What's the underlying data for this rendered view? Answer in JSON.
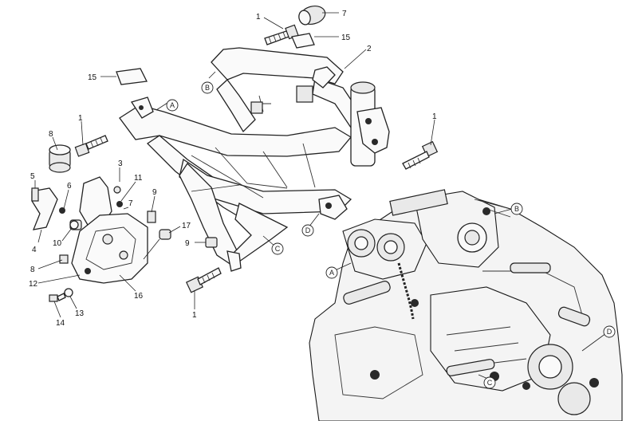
{
  "part_numbers": {
    "p1_top": "1",
    "p7": "7",
    "p15_top": "15",
    "p2": "2",
    "p15_left": "15",
    "p8": "8",
    "p1_left": "1",
    "p1_right": "1",
    "p3": "3",
    "p5": "5",
    "p6": "6",
    "p11": "11",
    "p7_mid": "7",
    "p9_mid": "9",
    "p4": "4",
    "p10": "10",
    "p8_low": "8",
    "p12": "12",
    "p16": "16",
    "p17": "17",
    "p9_low": "9",
    "p1_bottom": "1",
    "p14": "14",
    "p13": "13"
  },
  "reference_markers": {
    "a_frame": "A",
    "b_frame": "B",
    "c_frame": "C",
    "d_frame": "D",
    "a_engine": "A",
    "b_engine": "B",
    "d_engine": "D",
    "c_engine": "C"
  }
}
